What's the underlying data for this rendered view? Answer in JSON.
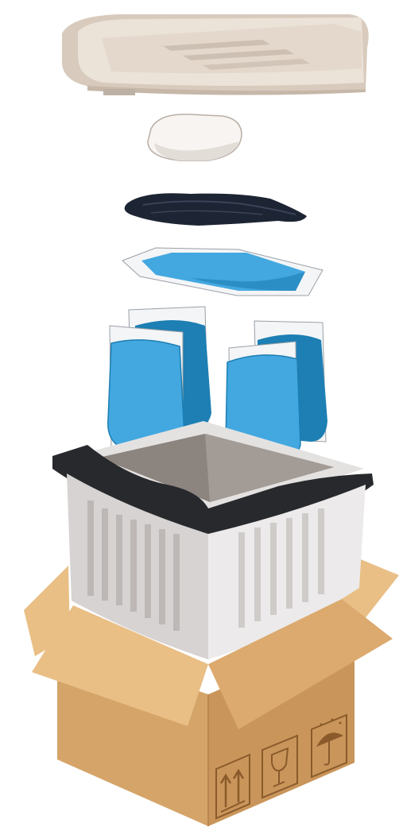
{
  "colors": {
    "lid": "#e8ddd2",
    "lid_shadow": "#cfc1b3",
    "cap": "#f7f4f1",
    "cap_stroke": "#b9aea5",
    "bag": "#1d2433",
    "gel": "#43a8e0",
    "gel_dark": "#1d7fb3",
    "pouch": "#f4f5f6",
    "liner": "#27292c",
    "cooler": "#eceaea",
    "cooler_rib": "#bdb8b6",
    "box": "#d5a469",
    "box_light": "#e9bf86",
    "box_dark": "#b88650",
    "box_icon": "#8a5a2b"
  },
  "layers": [
    {
      "name": "lid"
    },
    {
      "name": "cap"
    },
    {
      "name": "dark-bag"
    },
    {
      "name": "flat-gel-pack"
    },
    {
      "name": "gel-packs"
    },
    {
      "name": "insulated-cooler"
    },
    {
      "name": "shipping-box"
    }
  ],
  "box_icons": [
    "this-side-up-icon",
    "fragile-glass-icon",
    "keep-dry-umbrella-icon"
  ]
}
